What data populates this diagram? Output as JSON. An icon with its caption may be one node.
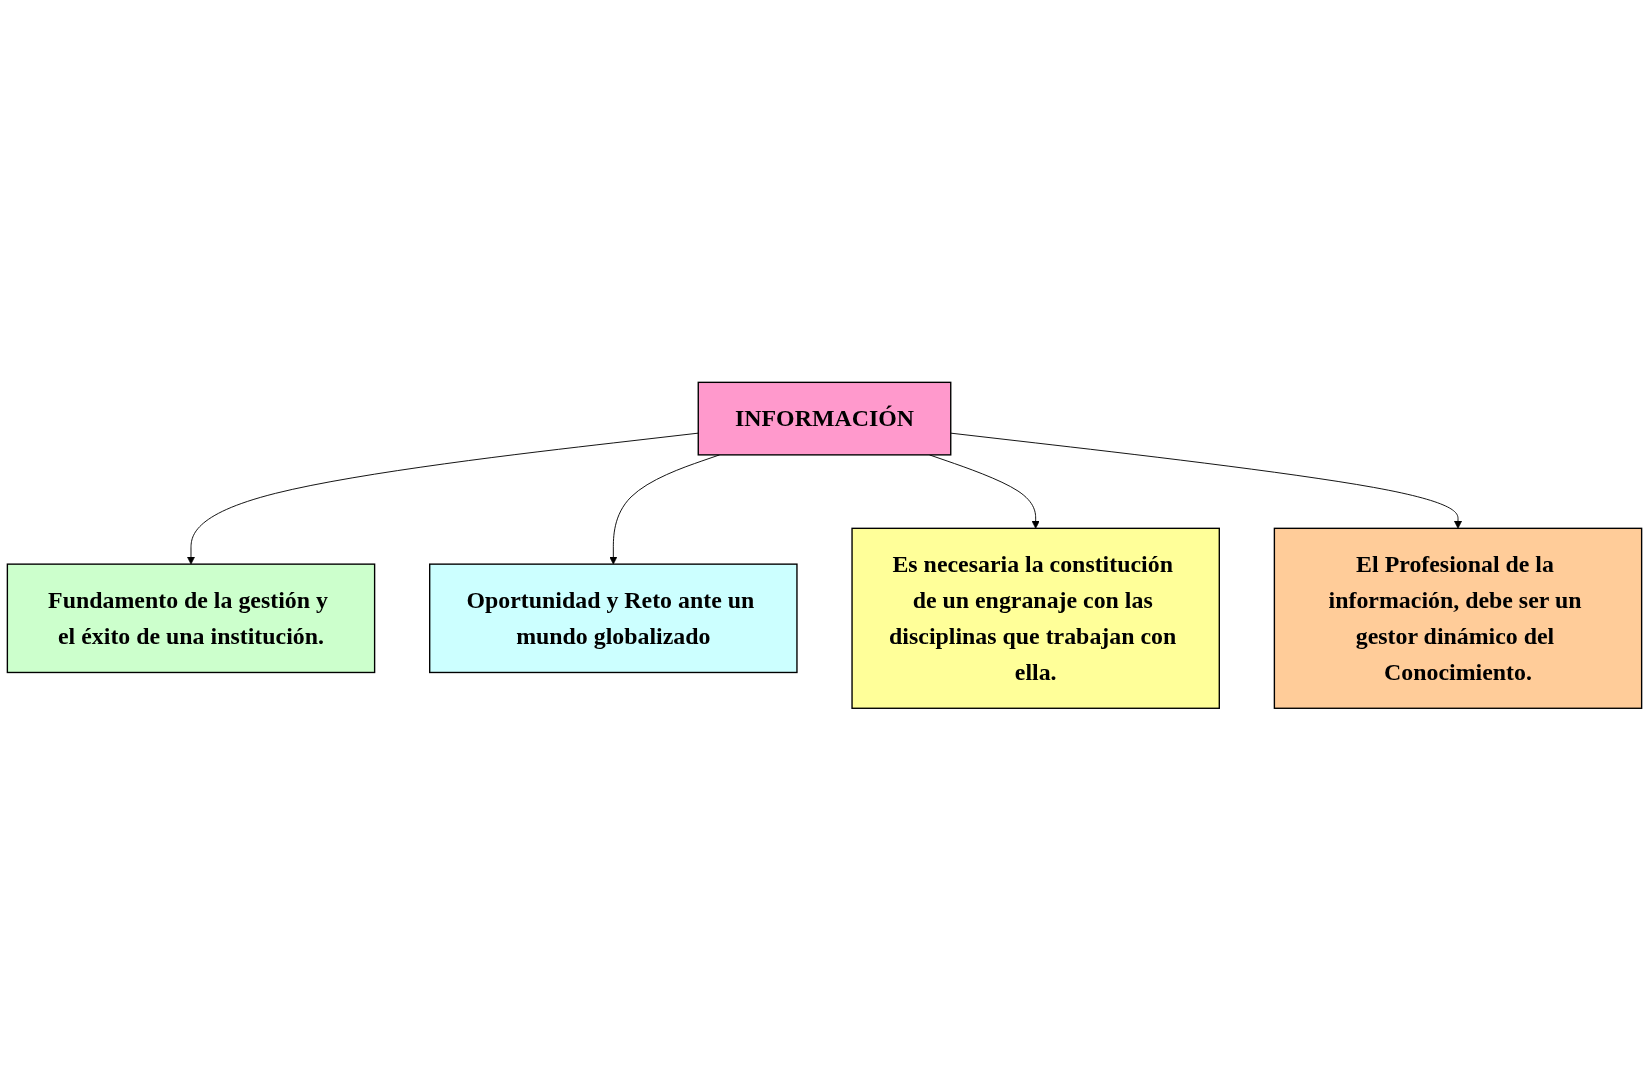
{
  "diagram": {
    "nodes": [
      {
        "text": [
          "Fundamento de la gestión y el éxito de una institución."
        ]
      },
      {
        "text": [
          "Oportunidad y Reto ante un mundo globalizado"
        ]
      },
      {
        "text": [
          "INFORMACIÓN"
        ]
      },
      {
        "text": [
          "Es necesaria la constitución de un engranaje con las disciplinas que trabajan con ella."
        ]
      },
      {
        "text": [
          "El Profesional de la información, debe ser un gestor dinámico del Conocimiento."
        ]
      }
    ],
    "edges": [
      {
        "from": 2,
        "to": 0,
        "arrow": "to"
      },
      {
        "from": 2,
        "to": 1,
        "arrow": "to"
      },
      {
        "from": 2,
        "to": 3,
        "arrow": "to"
      },
      {
        "from": 2,
        "to": 4,
        "arrow": "to"
      }
    ]
  }
}
